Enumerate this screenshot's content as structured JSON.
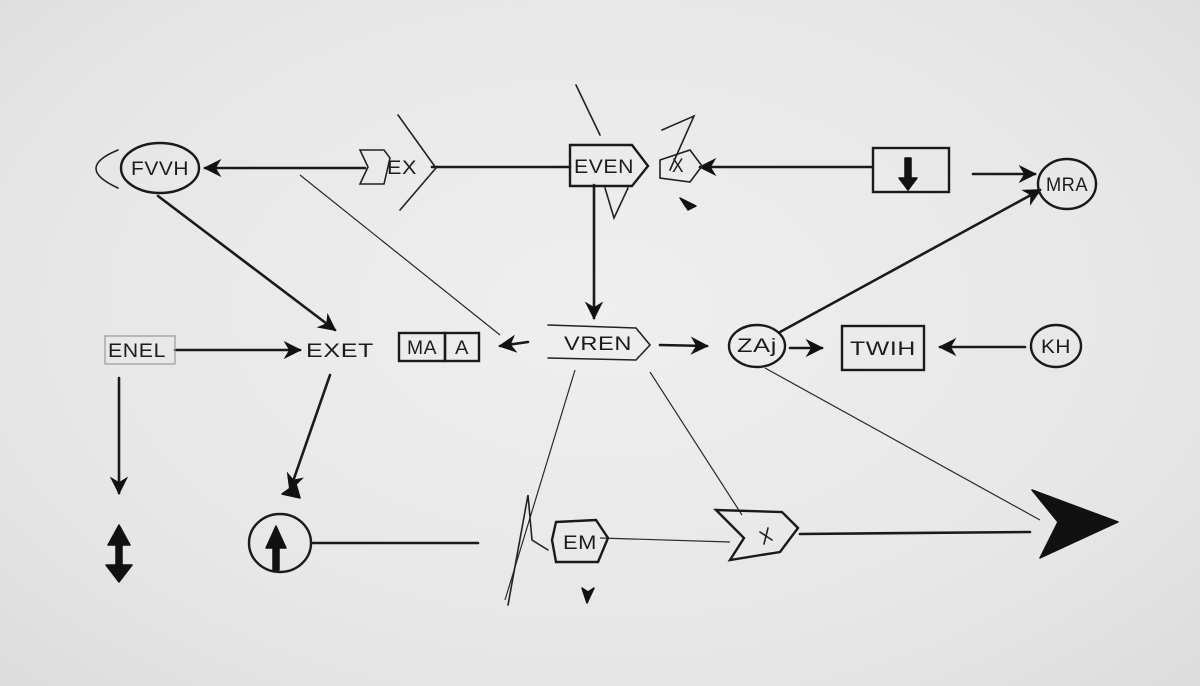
{
  "nodes": {
    "fvh": "FVVH",
    "ex": "EX",
    "even": "EVEN",
    "x": "X",
    "mra": "MRA",
    "enel": "ENEL",
    "exet": "EXET",
    "ma": "MA",
    "a": "A",
    "vren": "VREN",
    "zaj": "ZAj",
    "twih": "TWIH",
    "kh": "KH",
    "em": "EM"
  },
  "colors": {
    "ink": "#1a1a1a",
    "paper": "#e8e8e8"
  }
}
